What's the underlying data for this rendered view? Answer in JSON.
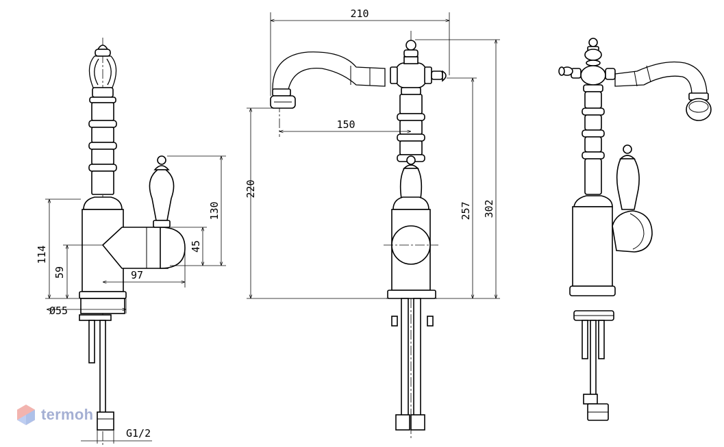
{
  "dimensions": {
    "side_overall_height": "114",
    "side_outlet_height": "59",
    "side_body_diameter": "Ø55",
    "side_reach": "97",
    "side_lever_height": "45",
    "side_handle_height": "130",
    "side_thread": "G1/2",
    "front_spout_width": "210",
    "front_spout_reach": "150",
    "front_spout_height": "220",
    "front_cross_height": "257",
    "front_total_height": "302"
  },
  "watermark": {
    "text": "termoh"
  }
}
